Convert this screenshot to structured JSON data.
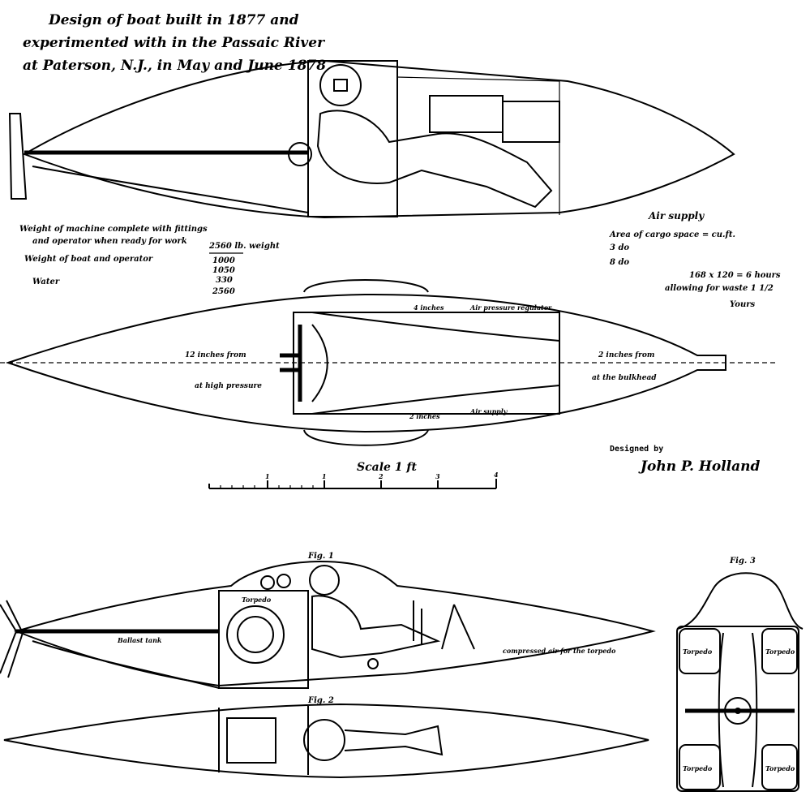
{
  "title_note": {
    "line1": "Design of boat built in 1877 and",
    "line2": "experimented with in the Passaic River",
    "line3": "at Paterson, N.J., in May and June 1878"
  },
  "weight_note": {
    "line1": "Weight of machine complete with fittings",
    "line2": "and operator when ready for work",
    "line3": "Weight of boat and operator",
    "line4": "Water",
    "sum_label": "2560 lb. weight",
    "values": [
      "1000",
      "1050",
      "330",
      "2560"
    ]
  },
  "air_note": {
    "heading": "Air supply",
    "line1": "Area of cargo space = cu.ft.",
    "line2": "3 do",
    "line3": "8 do",
    "line4": "168 x 120 = 6 hours",
    "line5": "allowing for waste 1 1/2",
    "line6": "Yours"
  },
  "plan_labels": {
    "a": "4 inches",
    "b": "Air pressure regulator",
    "c": "2 inches",
    "d": "Air supply",
    "e": "12 inches from",
    "f": "at high pressure",
    "g": "2 inches from",
    "h": "at the bulkhead"
  },
  "scale": {
    "label": "Scale 1 ft",
    "ticks": [
      "1",
      "1",
      "2",
      "3",
      "4"
    ]
  },
  "designer": {
    "label": "Designed by",
    "signature": "John P. Holland"
  },
  "figures": {
    "fig1": "Fig. 1",
    "fig2": "Fig. 2",
    "fig3": "Fig. 3",
    "torpedo": "Torpedo",
    "side_note1": "Ballast tank",
    "side_note2": "compressed air for the torpedo"
  },
  "cross_section": {
    "torpedo_labels": [
      "Torpedo",
      "Torpedo",
      "Torpedo",
      "Torpedo"
    ]
  }
}
